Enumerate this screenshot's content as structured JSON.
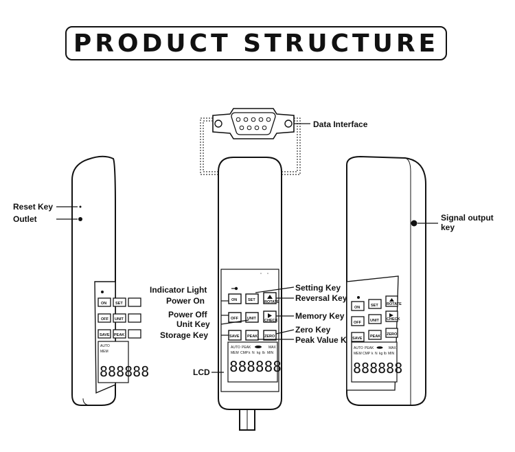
{
  "title": "PRODUCT STRUCTURE",
  "labels": {
    "data_interface": "Data Interface",
    "reset_key": "Reset Key",
    "outlet": "Outlet",
    "signal_output_1": "Signal output",
    "signal_output_2": "key",
    "indicator_light": "Indicator Light",
    "power_on": "Power On",
    "power_off": "Power Off",
    "unit_key": "Unit Key",
    "storage_key": "Storage Key",
    "lcd": "LCD",
    "setting_key": "Setting Key",
    "reversal_key": "Reversal Key",
    "memory_key": "Memory Key",
    "zero_key": "Zero Key",
    "peak_value_key": "Peak Value Key"
  },
  "keys": {
    "on": "ON",
    "set": "SET",
    "rotate": "ROTATE",
    "off": "OFF",
    "unit": "UNIT",
    "check": "CHECK",
    "save": "SAVE",
    "peak": "PEAK",
    "zero": "ZERO"
  },
  "lcd": {
    "row1": [
      "AUTO",
      "PEAK",
      "MAX"
    ],
    "row2": [
      "MEM",
      "CMP",
      "k",
      "N",
      "kg",
      "lb",
      "MIN"
    ],
    "digits": "888888"
  },
  "icons": {
    "rotate": "up-triangle-icon",
    "check": "right-triangle-icon"
  }
}
